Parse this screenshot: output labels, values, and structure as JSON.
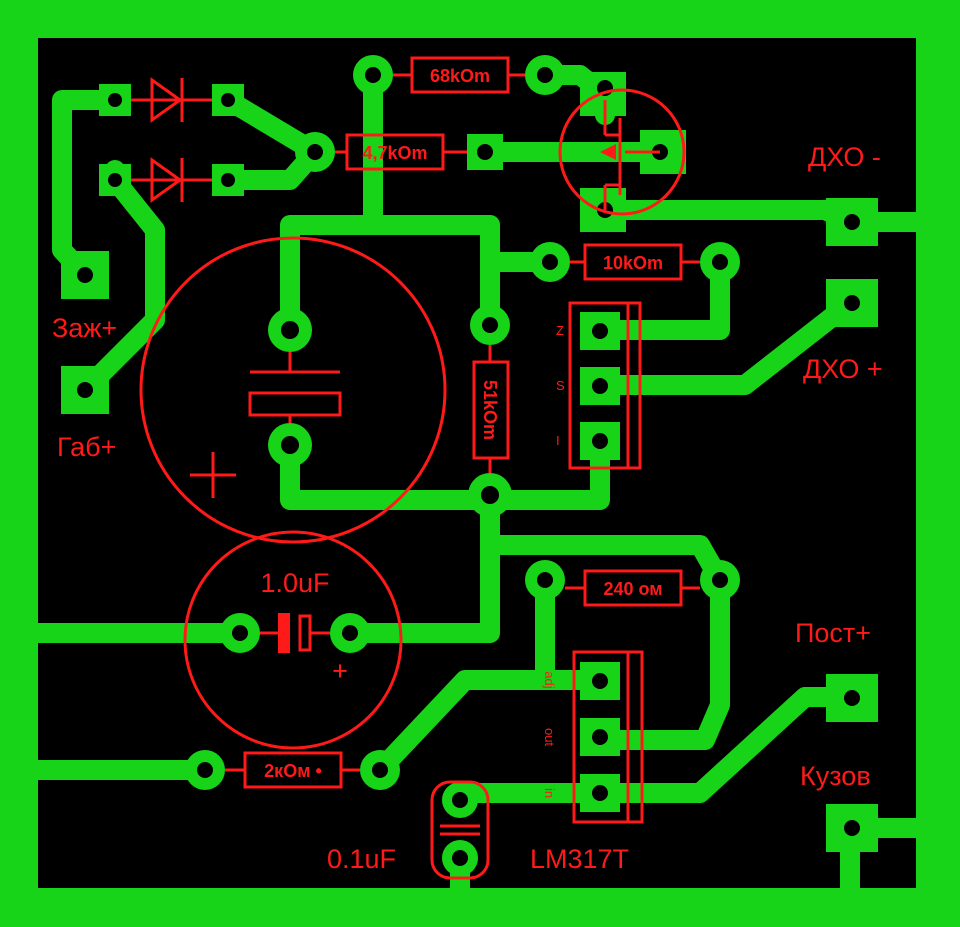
{
  "board": {
    "colors": {
      "copper": "#18d418",
      "silkscreen": "#ff1a1a",
      "background": "#000000"
    }
  },
  "components": {
    "r_68k": "68kOm",
    "r_47k": "4,7kOm",
    "r_10k": "10kOm",
    "r_51k": "51kOm",
    "r_240": "240 ом",
    "r_2k": "2кОм •",
    "c_1uf": "1.0uF",
    "c_1uf_plus": "+",
    "c_big_plus": "+",
    "c_01uf": "0.1uF",
    "regulator": "LM317T",
    "to92_pins": [
      "Z",
      "S",
      "I"
    ],
    "lm317_pins": [
      "adj",
      "out",
      "in"
    ]
  },
  "connectors": {
    "zazh": "Заж+",
    "gab": "Габ+",
    "dho_minus": "ДХО -",
    "dho_plus": "ДХО +",
    "post": "Пост+",
    "kuzov": "Кузов"
  }
}
